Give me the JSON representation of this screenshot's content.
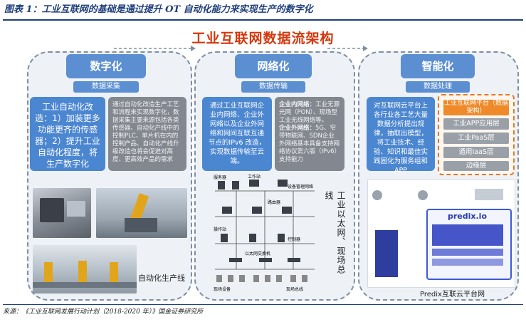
{
  "figure_title": "图表 1：工业互联网的基础是通过提升 OT 自动化能力来实现生产的数字化",
  "main_title": "工业互联网数据流架构",
  "columns": [
    {
      "title": "数字化",
      "subtitle": "数据采集",
      "blue_text": "工业自动化改造：1）加装更多功能更齐的传感器；2）提升工业自动化程度，将生产数字化",
      "grey_text": "通过自动化改造生产工艺和流程来实现数字化，数据采集主要来源包括各类传感器、自动化产线中的控制PLC、单片机在内的控制产品、自动化产线升级改造也将会促进对高度、更高效产品的需求",
      "caption": "自动化生产线"
    },
    {
      "title": "网络化",
      "subtitle": "数据传输",
      "blue_text": "通过工业互联网企业内网络、企业外网络以及企业外网络和网间互联互通节点的IPv6 改造，实现数据传输至云端。",
      "grey_title_1": "企业内网络：",
      "grey_text_1": "工业无源光网（PON）、现场型工业无线网络等。",
      "grey_title_2": "企业外网络：",
      "grey_text_2": "5G、窄带物联网、SDN企业外网络基本具备支持网络协议第六版（IPv6）支持能力",
      "vertical_label": "工业以太网、现场总线",
      "net_labels": [
        "服务器",
        "工作站",
        "设备管理网络",
        "路由器",
        "控制器",
        "现场设备",
        "操作站",
        "以太网交换机",
        "现场总线"
      ]
    },
    {
      "title": "智能化",
      "subtitle": "数据处理",
      "blue_text": "对互联网云平台上各行业各工艺大量数据分析提出规律，抽取出模型，将工业技术、经验、知识和最佳实践固化为服务组和APP",
      "platform_items": [
        "工业互联网平台（数据架构）",
        "工业APP应用层",
        "工业PaaS层",
        "通用IaaS层",
        "边缘层"
      ],
      "brand": "predix.io",
      "caption": "Predix互联云平台网"
    }
  ],
  "source": "来源：《工业互联网发展行动计划（2018-2020 年）》国金证券研究所"
}
